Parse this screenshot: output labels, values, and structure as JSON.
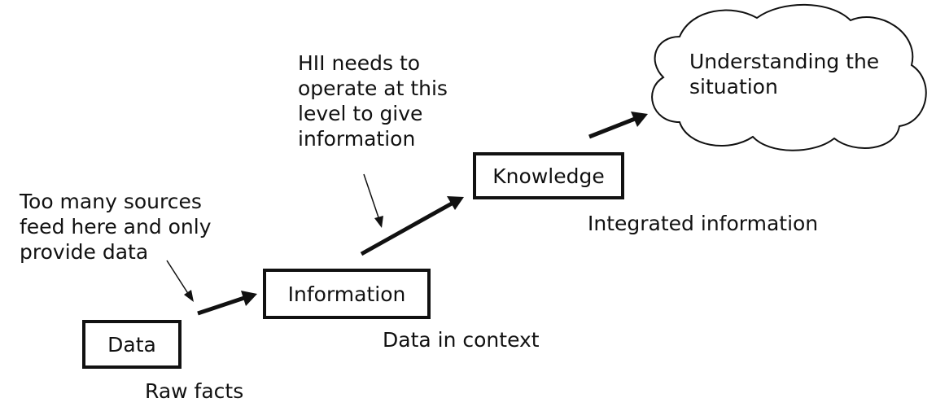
{
  "nodes": {
    "data": {
      "label": "Data",
      "caption": "Raw facts"
    },
    "information": {
      "label": "Information",
      "caption": "Data in context"
    },
    "knowledge": {
      "label": "Knowledge",
      "caption": "Integrated information"
    },
    "understanding": {
      "lines": [
        "Understanding the",
        "situation"
      ]
    }
  },
  "annotations": {
    "sources": {
      "lines": [
        "Too many sources",
        "feed here and only",
        "provide data"
      ]
    },
    "hii": {
      "lines": [
        "HII needs to",
        "operate at this",
        "level to give",
        "information"
      ]
    }
  }
}
